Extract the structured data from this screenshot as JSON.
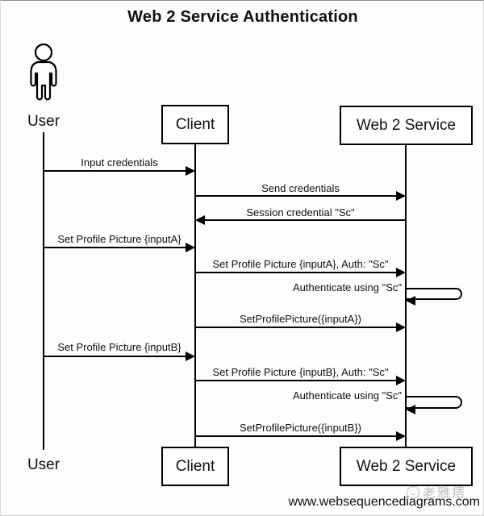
{
  "title": "Web 2 Service Authentication",
  "actors": [
    {
      "id": "user",
      "label": "User",
      "type": "actor"
    },
    {
      "id": "client",
      "label": "Client",
      "type": "participant"
    },
    {
      "id": "service",
      "label": "Web 2 Service",
      "type": "participant"
    }
  ],
  "messages": [
    {
      "label": "Input credentials",
      "from": "user",
      "to": "client",
      "kind": "arrow-right"
    },
    {
      "label": "Send credentials",
      "from": "client",
      "to": "service",
      "kind": "arrow-right"
    },
    {
      "label": "Session credential \"Sc\"",
      "from": "service",
      "to": "client",
      "kind": "arrow-left"
    },
    {
      "label": "Set Profile Picture {inputA}",
      "from": "user",
      "to": "client",
      "kind": "arrow-right"
    },
    {
      "label": "Set Profile Picture {inputA}, Auth: \"Sc\"",
      "from": "client",
      "to": "service",
      "kind": "arrow-right"
    },
    {
      "label": "Authenticate using \"Sc\"",
      "from": "service",
      "to": "service",
      "kind": "self-loop"
    },
    {
      "label": "SetProfilePicture({inputA})",
      "from": "client",
      "to": "service",
      "kind": "arrow-right"
    },
    {
      "label": "Set Profile Picture {inputB}",
      "from": "user",
      "to": "client",
      "kind": "arrow-right"
    },
    {
      "label": "Set Profile Picture {inputB}, Auth: \"Sc\"",
      "from": "client",
      "to": "service",
      "kind": "arrow-right"
    },
    {
      "label": "Authenticate using \"Sc\"",
      "from": "service",
      "to": "service",
      "kind": "self-loop"
    },
    {
      "label": "SetProfilePicture({inputB})",
      "from": "client",
      "to": "service",
      "kind": "arrow-right"
    }
  ],
  "footer": {
    "site_url": "www.websequencediagrams.com",
    "watermark_text": "老雅痞"
  },
  "colors": {
    "line": "#000000",
    "text": "#111111",
    "background": "#fdfdfd",
    "box_fill": "#ffffff",
    "watermark": "#8b8b8b"
  }
}
